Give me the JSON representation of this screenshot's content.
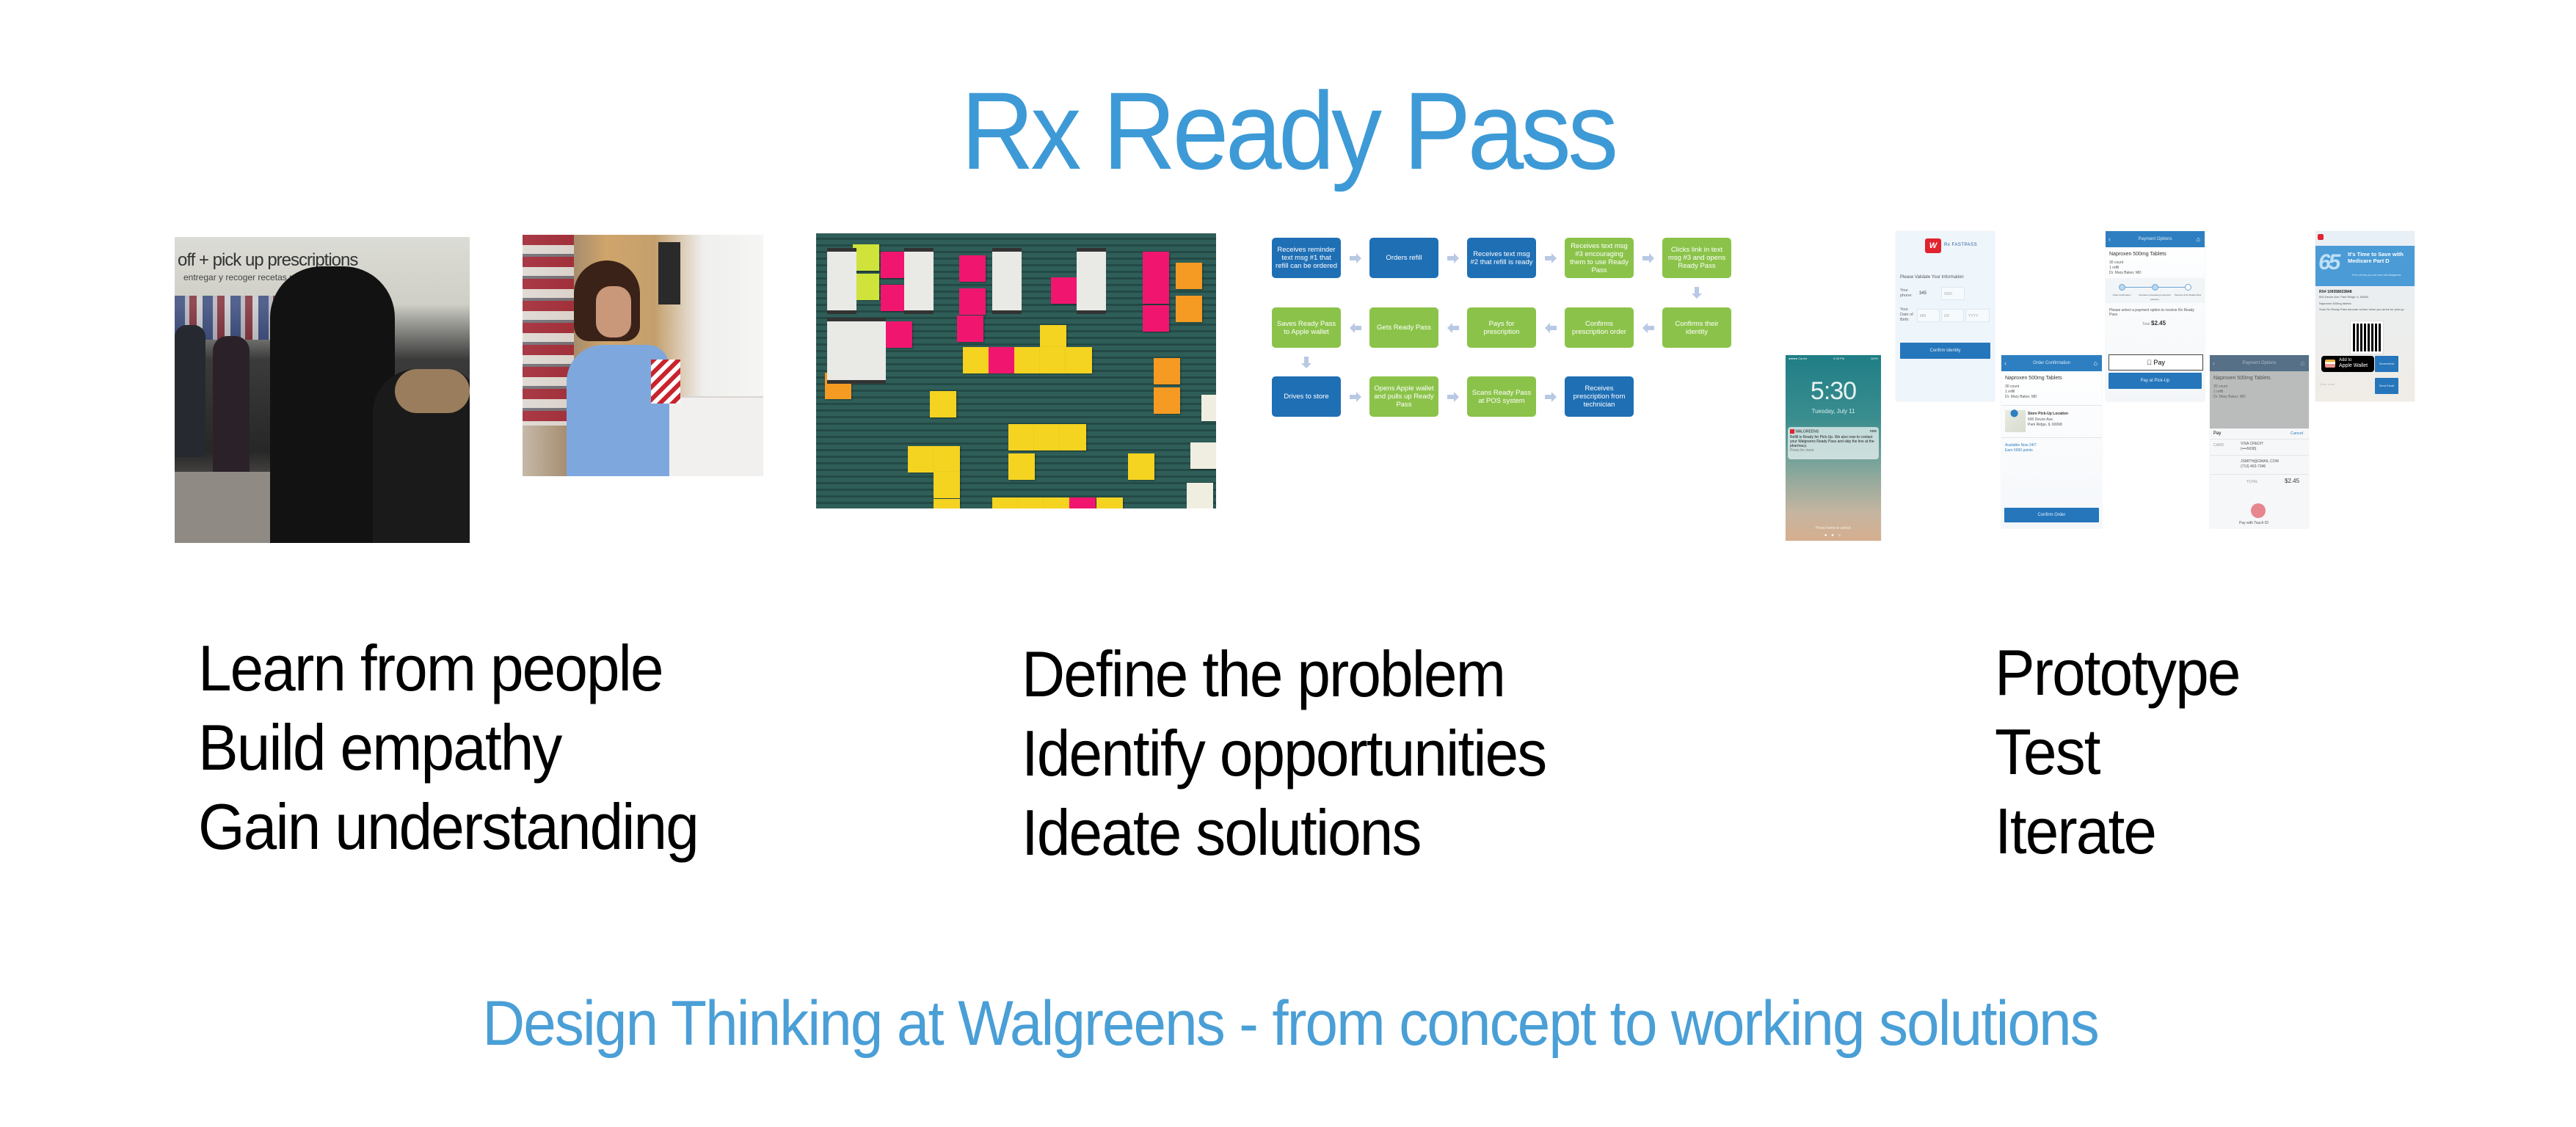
{
  "title": "Rx Ready Pass",
  "photos": {
    "line_photo": {
      "sign_text": "off + pick up prescriptions",
      "sign_subtext": "entregar y recoger recetas médicas"
    },
    "pharmacist_photo": {},
    "sticky_board": {}
  },
  "flowchart": {
    "colors": {
      "blue": "#1f6fb5",
      "green": "#8bc34a",
      "arrow": "#b8c9e4"
    },
    "steps": [
      {
        "label": "Receives reminder text msg #1 that refill can be ordered",
        "color": "blue"
      },
      {
        "label": "Orders refill",
        "color": "blue"
      },
      {
        "label": "Receives text msg #2 that refill is ready",
        "color": "blue"
      },
      {
        "label": "Receives text msg #3 encouraging them to use Ready Pass",
        "color": "green"
      },
      {
        "label": "Clicks link in text msg #3 and opens Ready Pass",
        "color": "green"
      },
      {
        "label": "Confirms their identity",
        "color": "green"
      },
      {
        "label": "Confirms prescription order",
        "color": "green"
      },
      {
        "label": "Pays for prescription",
        "color": "green"
      },
      {
        "label": "Gets Ready Pass",
        "color": "green"
      },
      {
        "label": "Saves Ready Pass to Apple wallet",
        "color": "green"
      },
      {
        "label": "Drives to store",
        "color": "blue"
      },
      {
        "label": "Opens Apple wallet and pulls up Ready Pass",
        "color": "green"
      },
      {
        "label": "Scans Ready Pass at POS system",
        "color": "green"
      },
      {
        "label": "Receives prescription from technician",
        "color": "blue"
      }
    ]
  },
  "mockups": {
    "lock_screen": {
      "time": "5:30",
      "date": "Tuesday, July 11",
      "notification_app": "WALGREENS",
      "notification_time": "now",
      "notification_body": "Refill is Ready for Pick-Up. We also now to contact your Walgreens Ready Pass and skip the line at the pharmacy.",
      "notification_action": "Press for more",
      "unlock_hint": "Press home to unlock",
      "dots": "● ● ○"
    },
    "identity_form": {
      "logo_text": "Rx FASTPASS",
      "prompt": "Please Validate Your Information",
      "phone_label": "Your phone:",
      "phone_prefix": "345",
      "phone_placeholder": "0000",
      "dob_label": "Your Date of Birth:",
      "dob_placeholders": [
        "MM",
        "DD",
        "YYYY"
      ],
      "button": "Confirm Identity"
    },
    "order_confirmation": {
      "header": "Order Confirmation",
      "drug": "Naproxen 500mg Tablets",
      "count": "30 count",
      "refill": "1 refill",
      "doctor": "Dr. Mary Baker, MD",
      "store_title": "Store Pick-Up Location",
      "store_addr1": "600 Devon Ave.",
      "store_addr2": "Park Ridge, IL 60068",
      "availability": "Available Now 24/7",
      "points": "Earn 5000 points",
      "button": "Confirm Order"
    },
    "payment_options": {
      "header": "Payment Options",
      "drug": "Naproxen 500mg Tablets",
      "count": "30 count",
      "refill": "1 refill",
      "doctor": "Dr. Mary Baker, MD",
      "progress_steps": [
        "Order confirmation",
        "Insurance processing & payment selection",
        "Payment & Rx Ready Pass"
      ],
      "instruction": "Please select a payment option to receive Rx Ready Pass",
      "total_label": "Total",
      "total": "$2.45",
      "apple_pay_label": " Pay",
      "pickup_button": "Pay at Pick-Up"
    },
    "apple_pay_sheet": {
      "header": "Payment Options",
      "drug": "Naproxen 500mg Tablets",
      "count": "30 count",
      "refill": "1 refill",
      "doctor": "Dr. Mary Baker, MD",
      "pay_label": " Pay",
      "cancel": "Cancel",
      "card_label": "CARD",
      "card_name": "VISA CREDIT",
      "card_number": "(••••5638)",
      "email": "JSMITH@GMAIL.COM",
      "phone": "(713) 463-7346",
      "total_label": "TOTAL",
      "total": "$2.45",
      "touch_label": "Pay with Touch ID"
    },
    "wallet_pass": {
      "banner_number": "65",
      "banner_title": "It's Time to Save with Medicare Part D",
      "banner_sub": "Find out how you can save with Walgreens",
      "rx_number": "RX# 109358023848",
      "address": "600 Devon Ave, Park Ridge, IL 60068",
      "drug": "Naproxen 500mg tablets",
      "instruction": "Scan Rx Ready Pass barcode at time when you arrive for pick-up.",
      "wallet_button_line1": "Add to",
      "wallet_button_line2": "Apple Wallet",
      "screenshot_button": "Screenshot",
      "email_placeholder": "Enter email",
      "send_button": "Send Email"
    }
  },
  "phases": [
    {
      "lines": [
        "Learn from people",
        "Build empathy",
        "Gain understanding"
      ]
    },
    {
      "lines": [
        "Define the problem",
        "Identify opportunities",
        "Ideate solutions"
      ]
    },
    {
      "lines": [
        "Prototype",
        "Test",
        "Iterate"
      ]
    }
  ],
  "tagline": "Design Thinking at Walgreens - from concept to working solutions",
  "colors": {
    "title": "#3d9ad6",
    "tagline": "#4a9fd6",
    "text": "#000000"
  }
}
